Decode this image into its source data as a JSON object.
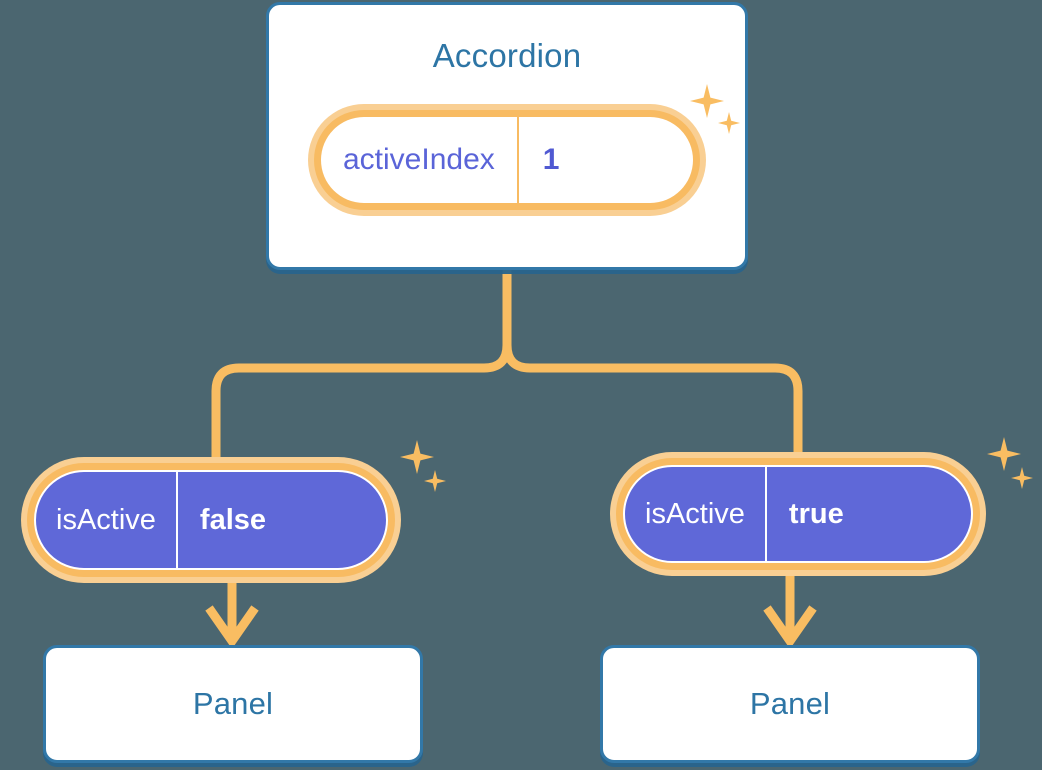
{
  "theme": {
    "background": "#4b6670",
    "card_border": "#3278a8",
    "card_fill": "#ffffff",
    "title_color": "#2d75a5",
    "connector": "#f9bd62",
    "pill_ring": "#f8bb62",
    "pill_halo": "#f9cf93",
    "pill_solid_fill": "#5f68d8",
    "pill_text_purple": "#5a64d8",
    "pill_text_white": "#ffffff",
    "sparkle": "#f9bd62"
  },
  "accordion": {
    "title": "Accordion",
    "state_pill": {
      "key": "activeIndex",
      "value": "1",
      "style": "light"
    },
    "sparkles": {
      "big": "sparkle-icon",
      "small": "sparkle-icon"
    }
  },
  "branches": [
    {
      "id": "left",
      "state_pill": {
        "key": "isActive",
        "value": "false",
        "style": "solid"
      },
      "arrow": "arrow-down-icon",
      "panel": {
        "title": "Panel"
      }
    },
    {
      "id": "right",
      "state_pill": {
        "key": "isActive",
        "value": "true",
        "style": "solid"
      },
      "arrow": "arrow-down-icon",
      "panel": {
        "title": "Panel"
      }
    }
  ]
}
